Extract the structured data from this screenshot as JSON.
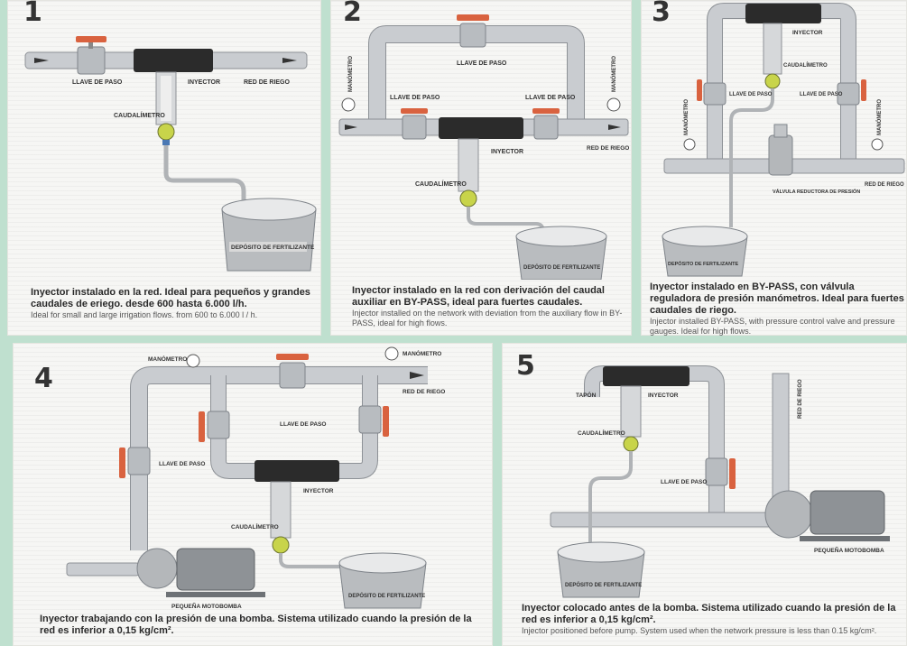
{
  "panels": [
    {
      "number": "1",
      "labels": {
        "valve": "LLAVE DE PASO",
        "injector": "INYECTOR",
        "network": "RED DE RIEGO",
        "flowmeter": "CAUDALÍMETRO",
        "tank": "DEPÓSITO DE FERTILIZANTE"
      },
      "caption_es": "Inyector instalado en la red. Ideal para pequeños y grandes caudales de eriego. desde 600 hasta 6.000 l/h.",
      "caption_en": "Ideal for small and large irrigation flows. from 600 to 6.000 l / h."
    },
    {
      "number": "2",
      "labels": {
        "valve_top": "LLAVE DE PASO",
        "valve_left": "LLAVE DE PASO",
        "valve_right": "LLAVE DE PASO",
        "gauge_left": "MANÓMETRO",
        "gauge_right": "MANÓMETRO",
        "injector": "INYECTOR",
        "network": "RED DE RIEGO",
        "flowmeter": "CAUDALÍMETRO",
        "tank": "DEPÓSITO DE FERTILIZANTE"
      },
      "caption_es": "Inyector instalado en la red con derivación del caudal auxiliar en BY-PASS, ideal para fuertes caudales.",
      "caption_en": "Injector installed on the network with deviation from the auxiliary flow in BY-PASS, ideal for high flows."
    },
    {
      "number": "3",
      "labels": {
        "injector": "INYECTOR",
        "flowmeter": "CAUDALÍMETRO",
        "valve_left": "LLAVE DE PASO",
        "valve_right": "LLAVE DE PASO",
        "gauge_left": "MANÓMETRO",
        "gauge_right": "MANÓMETRO",
        "reducer": "VÁLVULA REDUCTORA DE PRESIÓN",
        "network": "RED DE RIEGO",
        "tank": "DEPÓSITO DE FERTILIZANTE"
      },
      "caption_es": "Inyector instalado en BY-PASS, con válvula reguladora de presión manómetros. Ideal para fuertes caudales de riego.",
      "caption_en": "Injector installed BY-PASS, with pressure control valve and pressure gauges. Ideal for high flows."
    },
    {
      "number": "4",
      "labels": {
        "gauge_left": "MANÓMETRO",
        "gauge_right": "MANÓMETRO",
        "network": "RED DE RIEGO",
        "valve_mid": "LLAVE DE PASO",
        "valve_left": "LLAVE DE PASO",
        "injector": "INYECTOR",
        "flowmeter": "CAUDALÍMETRO",
        "pump": "PEQUEÑA MOTOBOMBA",
        "tank": "DEPÓSITO DE FERTILIZANTE"
      },
      "caption_es": "Inyector trabajando con la presión de una bomba. Sistema utilizado cuando la presión de la red es inferior a 0,15 kg/cm²."
    },
    {
      "number": "5",
      "labels": {
        "cap": "TAPÓN",
        "injector": "INYECTOR",
        "flowmeter": "CAUDALÍMETRO",
        "valve": "LLAVE DE PASO",
        "network": "RED DE RIEGO",
        "pump": "PEQUEÑA MOTOBOMBA",
        "tank": "DEPÓSITO DE FERTILIZANTE"
      },
      "caption_es": "Inyector colocado antes de la bomba. Sistema utilizado cuando la presión de la red es inferior a 0,15 kg/cm².",
      "caption_en": "Injector positioned before pump. System used when the network pressure is less than 0.15 kg/cm²."
    }
  ],
  "colors": {
    "background": "#bfe0cf",
    "pipe": "#c9ccd0",
    "pipe_edge": "#8d9196",
    "injector": "#2b2b2b",
    "valve_handle": "#d9623f",
    "flowmeter": "#c8d44a",
    "tank": "#b9bcbf"
  }
}
